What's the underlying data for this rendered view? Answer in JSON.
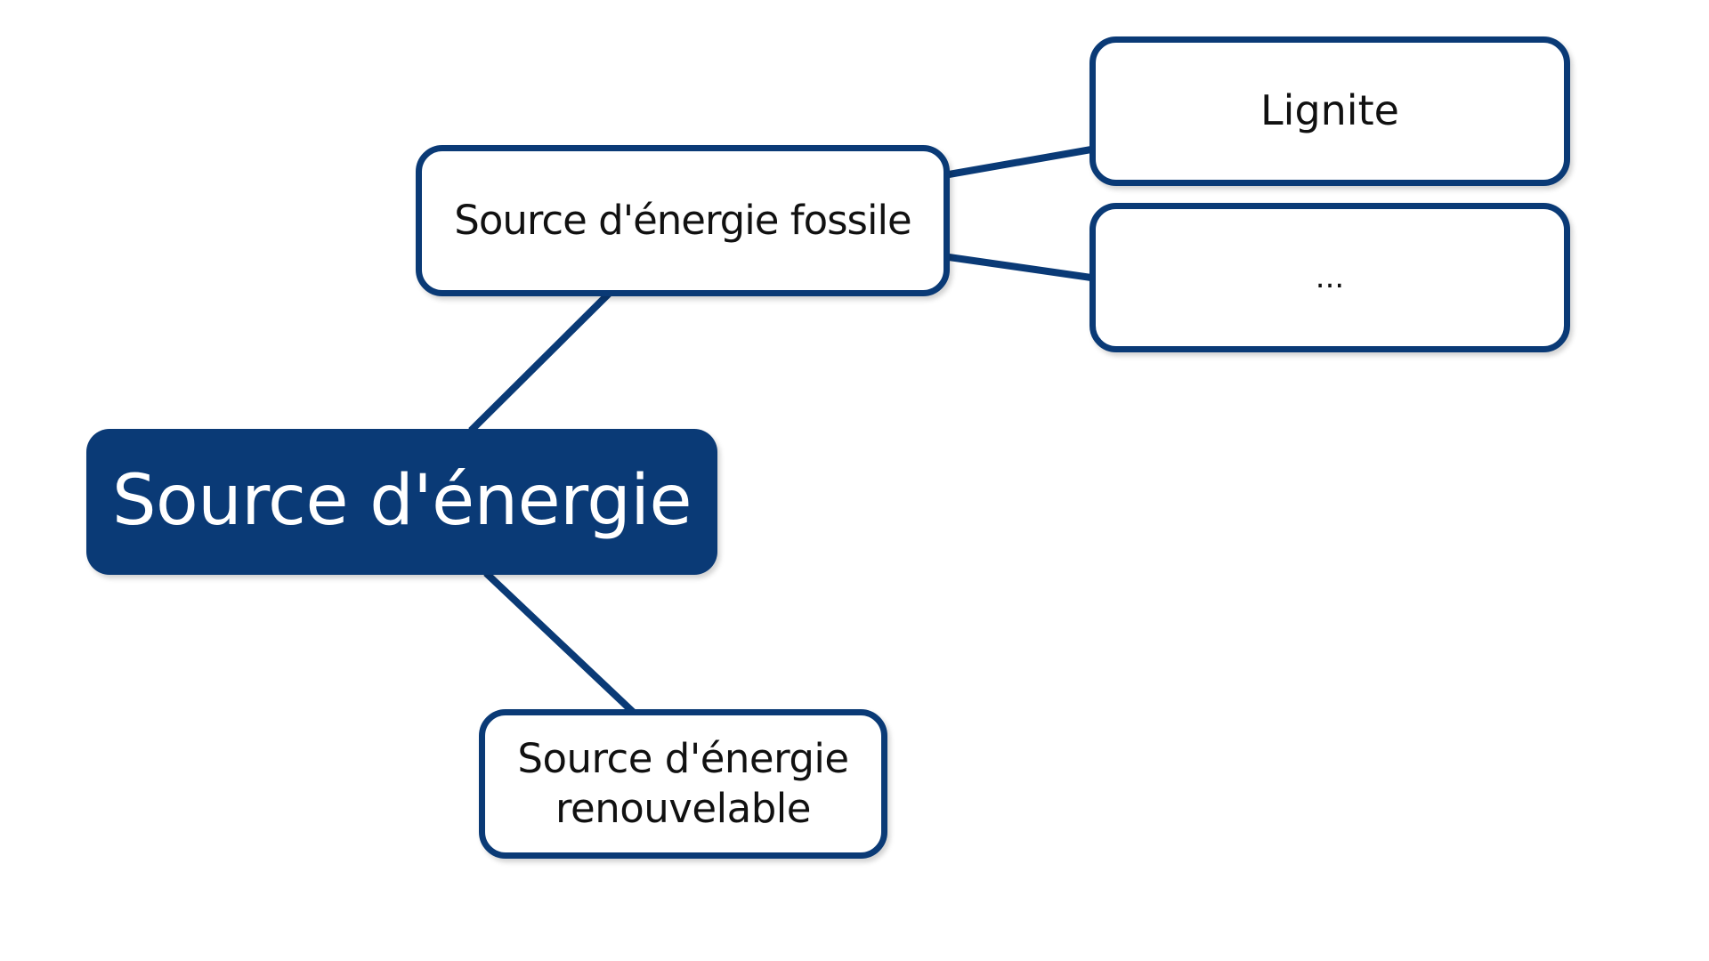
{
  "diagram": {
    "type": "mind-map",
    "accent_color": "#0a3a76",
    "root": {
      "label": "Source d'énergie"
    },
    "nodes": [
      {
        "id": "fossil",
        "label": "Source d'énergie fossile",
        "parent": "root"
      },
      {
        "id": "renewable",
        "label": "Source d'énergie renouvelable",
        "parent": "root"
      },
      {
        "id": "lignite",
        "label": "Lignite",
        "parent": "fossil"
      },
      {
        "id": "more",
        "label": "...",
        "parent": "fossil"
      }
    ]
  }
}
